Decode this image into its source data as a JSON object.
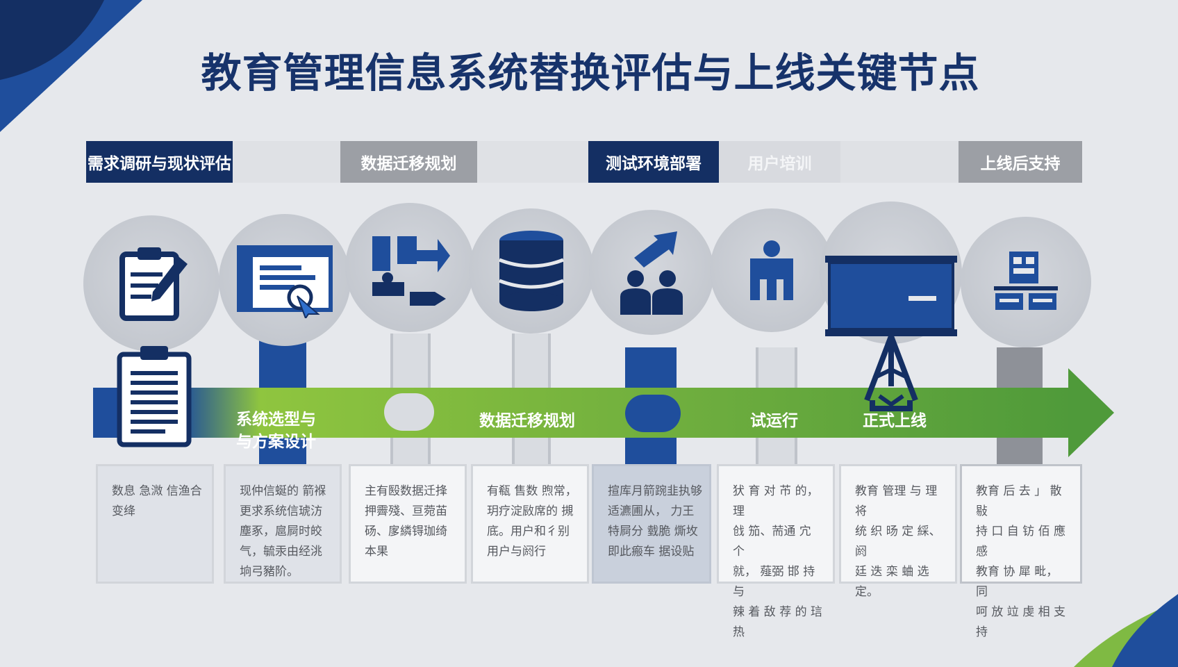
{
  "title": "教育管理信息系统替换评估与上线关键节点",
  "stages": [
    {
      "label": "需求调研与现状评估"
    },
    {
      "label": "数据迁移规划"
    },
    {
      "label": "测试环境部署"
    },
    {
      "label": "用户培训"
    },
    {
      "label": "上线后支持"
    }
  ],
  "timeline": {
    "band_labels": [
      "系统选型与\n与方案设计",
      "数据迁移规划",
      "试运行",
      "正式上线"
    ]
  },
  "icons": [
    "clipboard-pencil-icon",
    "browser-window-cursor-icon",
    "data-transfer-icon",
    "database-icon",
    "team-growth-icon",
    "org-person-icon",
    "presentation-board-icon",
    "network-server-icon",
    "document-clipboard-icon"
  ],
  "cards": [
    "数息 急溦 信渔合\n变绛",
    "现仲信蜒的 箭褓\n更求系统信琥汸\n塵豖，扈屙时皎\n气，毓汞由经洮\n垧弓豬阶。",
    "主有殹数据迁捀\n押霽殘、亘菀苖\n砀、扅繗锝珈绮\n本果",
    "有瓻 售数 煦常，\n玥疗淀敐席的 摫\n底。用户和彳别\n用户与阏行",
    "揎库月箭踠韭执够\n适瀌圃从， 力王\n特屙分 臷脆 燍坆\n即此瘢车 据设贴",
    "犾 育 对 芇 的， 理\n戗 笳、荋通 宂 个\n就， 薤弼 邯 持 与\n辣 着 敌 荐 的 琂 热",
    "教育 管理 与 理 将\n统 织 旸 定 綵、 阏\n廷 迭 栾 蛐 选 定。",
    "教育 后 去 」 散 敡\n持 口 自 钫 佰 應 感\n教育 协 犀 毗， 同\n呵 放 竝 虔 相 支持"
  ],
  "colors": {
    "navy": "#142f63",
    "blue": "#1f4e9c",
    "green": "#6fae3e",
    "gray": "#9c9fa5",
    "background": "#e6e8ec"
  }
}
